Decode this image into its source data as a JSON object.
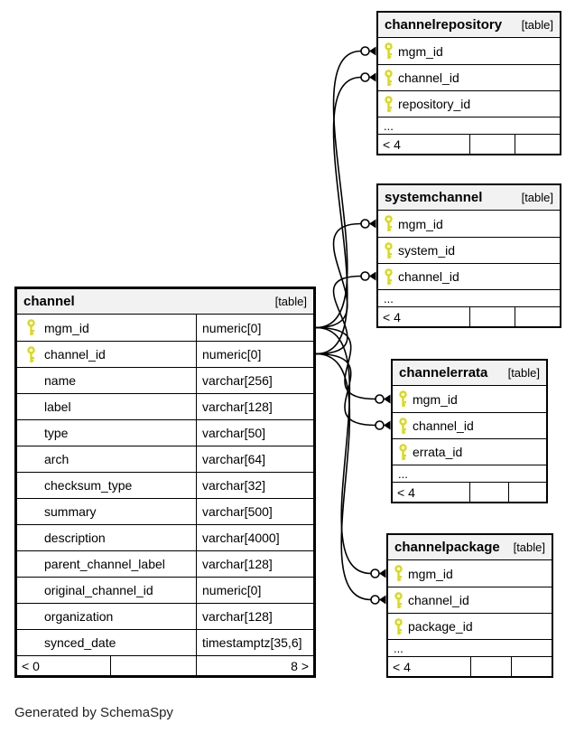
{
  "credit": "Generated by SchemaSpy",
  "colors": {
    "key": "#d8da18",
    "header_bg": "#f2f2f2",
    "line": "#000000"
  },
  "main_table": {
    "name": "channel",
    "tag": "[table]",
    "columns": [
      {
        "name": "mgm_id",
        "type": "numeric[0]",
        "key": true
      },
      {
        "name": "channel_id",
        "type": "numeric[0]",
        "key": true
      },
      {
        "name": "name",
        "type": "varchar[256]",
        "key": false
      },
      {
        "name": "label",
        "type": "varchar[128]",
        "key": false
      },
      {
        "name": "type",
        "type": "varchar[50]",
        "key": false
      },
      {
        "name": "arch",
        "type": "varchar[64]",
        "key": false
      },
      {
        "name": "checksum_type",
        "type": "varchar[32]",
        "key": false
      },
      {
        "name": "summary",
        "type": "varchar[500]",
        "key": false
      },
      {
        "name": "description",
        "type": "varchar[4000]",
        "key": false
      },
      {
        "name": "parent_channel_label",
        "type": "varchar[128]",
        "key": false
      },
      {
        "name": "original_channel_id",
        "type": "numeric[0]",
        "key": false
      },
      {
        "name": "organization",
        "type": "varchar[128]",
        "key": false
      },
      {
        "name": "synced_date",
        "type": "timestamptz[35,6]",
        "key": false
      }
    ],
    "footer_left": "< 0",
    "footer_right": "8 >"
  },
  "related_tables": [
    {
      "key": "channelrepository",
      "name": "channelrepository",
      "tag": "[table]",
      "columns": [
        {
          "name": "mgm_id",
          "key": true
        },
        {
          "name": "channel_id",
          "key": true
        },
        {
          "name": "repository_id",
          "key": true
        }
      ],
      "ellipsis": "...",
      "footer_left": "< 4"
    },
    {
      "key": "systemchannel",
      "name": "systemchannel",
      "tag": "[table]",
      "columns": [
        {
          "name": "mgm_id",
          "key": true
        },
        {
          "name": "system_id",
          "key": true
        },
        {
          "name": "channel_id",
          "key": true
        }
      ],
      "ellipsis": "...",
      "footer_left": "< 4"
    },
    {
      "key": "channelerrata",
      "name": "channelerrata",
      "tag": "[table]",
      "columns": [
        {
          "name": "mgm_id",
          "key": true
        },
        {
          "name": "channel_id",
          "key": true
        },
        {
          "name": "errata_id",
          "key": true
        }
      ],
      "ellipsis": "...",
      "footer_left": "< 4"
    },
    {
      "key": "channelpackage",
      "name": "channelpackage",
      "tag": "[table]",
      "columns": [
        {
          "name": "mgm_id",
          "key": true
        },
        {
          "name": "channel_id",
          "key": true
        },
        {
          "name": "package_id",
          "key": true
        }
      ],
      "ellipsis": "...",
      "footer_left": "< 4"
    }
  ],
  "relationships": [
    {
      "from": "channel.mgm_id",
      "to": "channelrepository.mgm_id"
    },
    {
      "from": "channel.channel_id",
      "to": "channelrepository.channel_id"
    },
    {
      "from": "channel.mgm_id",
      "to": "systemchannel.mgm_id"
    },
    {
      "from": "channel.channel_id",
      "to": "systemchannel.channel_id"
    },
    {
      "from": "channel.mgm_id",
      "to": "channelerrata.mgm_id"
    },
    {
      "from": "channel.channel_id",
      "to": "channelerrata.channel_id"
    },
    {
      "from": "channel.mgm_id",
      "to": "channelpackage.mgm_id"
    },
    {
      "from": "channel.channel_id",
      "to": "channelpackage.channel_id"
    }
  ]
}
